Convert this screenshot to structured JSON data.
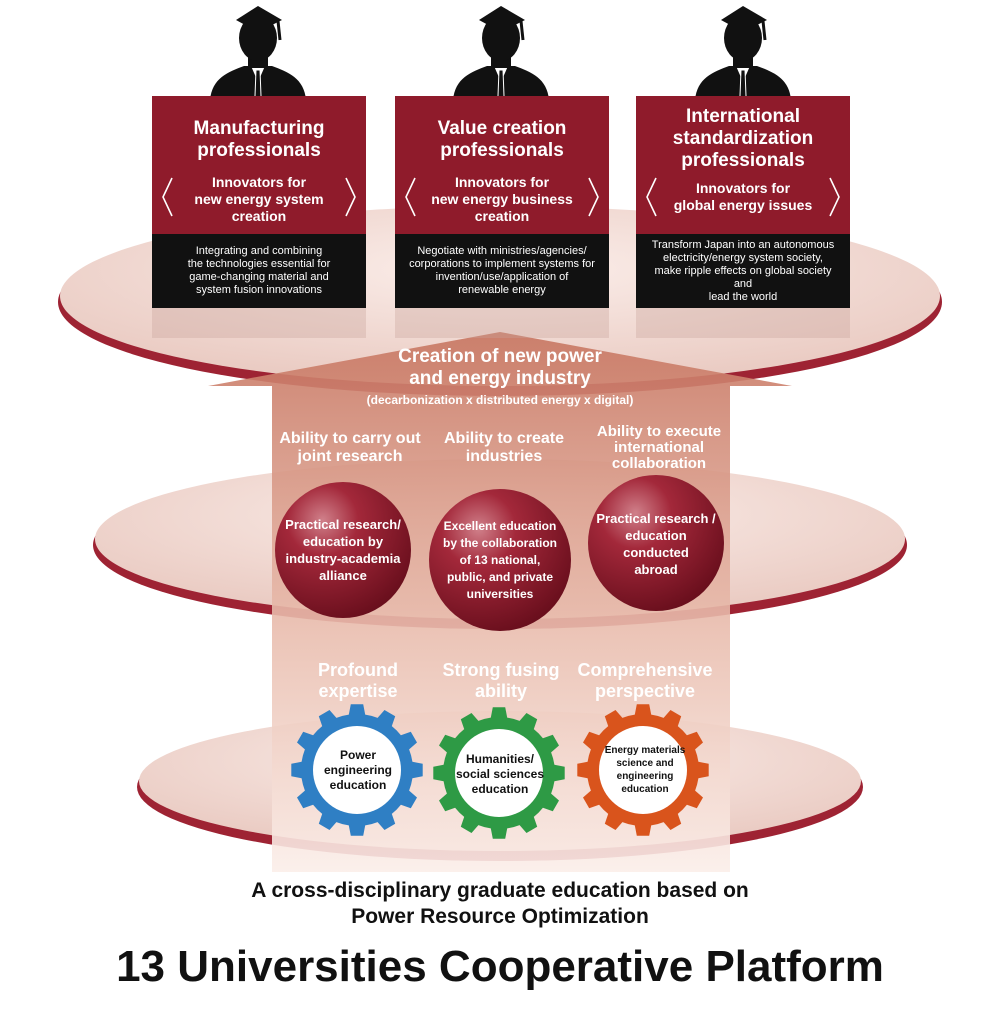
{
  "professionals": [
    {
      "title_lines": [
        "Manufacturing",
        "professionals"
      ],
      "subtitle_lines": [
        "Innovators for",
        "new energy system",
        "creation"
      ],
      "description_lines": [
        "Integrating and combining",
        "the technologies essential for",
        "game-changing material and",
        "system fusion innovations"
      ]
    },
    {
      "title_lines": [
        "Value creation",
        "professionals"
      ],
      "subtitle_lines": [
        "Innovators for",
        "new energy business",
        "creation"
      ],
      "description_lines": [
        "Negotiate with ministries/agencies/",
        "corporations to implement systems for",
        "invention/use/application of",
        "renewable energy"
      ]
    },
    {
      "title_lines": [
        "International",
        "standardization",
        "professionals"
      ],
      "subtitle_lines": [
        "Innovators for",
        "global energy issues"
      ],
      "description_lines": [
        "Transform Japan into an autonomous",
        "electricity/energy system society,",
        "make ripple effects on global society and",
        "lead the world"
      ]
    }
  ],
  "arrow": {
    "title_lines": [
      "Creation of new power",
      "and energy industry"
    ],
    "subtitle": "(decarbonization x distributed energy x digital)"
  },
  "abilities": [
    {
      "lines": [
        "Ability to carry out",
        "joint research"
      ]
    },
    {
      "lines": [
        "Ability to create",
        "industries"
      ]
    },
    {
      "lines": [
        "Ability to execute",
        "international",
        "collaboration"
      ]
    }
  ],
  "spheres": [
    {
      "lines": [
        "Practical research/",
        "education by",
        "industry-academia",
        "alliance"
      ]
    },
    {
      "lines": [
        "Excellent education",
        "by the collaboration",
        "of 13 national,",
        "public, and private",
        "universities"
      ]
    },
    {
      "lines": [
        "Practical research /",
        "education conducted",
        "abroad"
      ]
    }
  ],
  "qualities": [
    {
      "lines": [
        "Profound",
        "expertise"
      ]
    },
    {
      "lines": [
        "Strong fusing",
        "ability"
      ]
    },
    {
      "lines": [
        "Comprehensive",
        "perspective"
      ]
    }
  ],
  "gears": [
    {
      "lines": [
        "Power",
        "engineering",
        "education"
      ],
      "color": "#2f7fc4"
    },
    {
      "lines": [
        "Humanities/",
        "social sciences",
        "education"
      ],
      "color": "#2e9a45"
    },
    {
      "lines": [
        "Energy materials",
        "science and",
        "engineering",
        "education"
      ],
      "color": "#d9541c"
    }
  ],
  "footer": {
    "subtitle_lines": [
      "A cross-disciplinary graduate education based on",
      "Power Resource Optimization"
    ],
    "title": "13 Universities Cooperative Platform"
  },
  "colors": {
    "crimson": "#8f1b2b",
    "disc_fill": "#f1d8d2",
    "disc_rim": "#9e2333",
    "arrow_top": "#c9745e",
    "arrow_bottom": "#f7e4dd"
  }
}
